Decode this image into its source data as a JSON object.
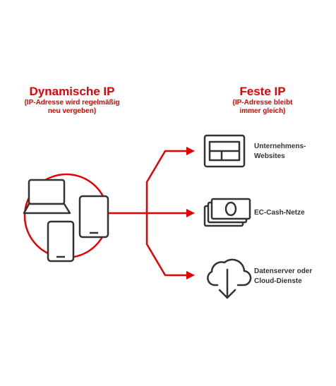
{
  "dynamic": {
    "title": "Dynamische IP",
    "subtitle_line1": "(IP-Adresse wird regelmäßig",
    "subtitle_line2": "neu vergeben)"
  },
  "fixed": {
    "title": "Feste IP",
    "subtitle_line1": "(IP-Adresse bleibt",
    "subtitle_line2": "immer gleich)"
  },
  "targets": [
    {
      "icon": "website-icon",
      "label": "Unternehmens-\nWebsites"
    },
    {
      "icon": "cash-icon",
      "label": "EC-Cash-Netze"
    },
    {
      "icon": "cloud-download-icon",
      "label": "Datenserver oder\nCloud-Dienste"
    }
  ],
  "colors": {
    "accent": "#e60000",
    "icon_stroke": "#333333"
  }
}
